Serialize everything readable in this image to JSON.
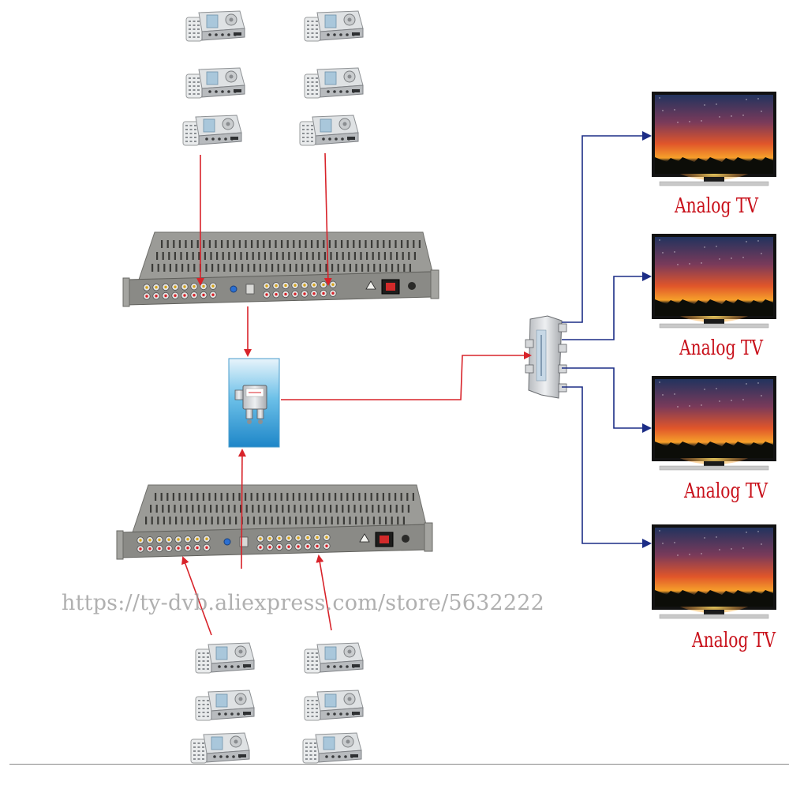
{
  "watermark": "https://ty-dvb.aliexpress.com/store/5632222",
  "tv_labels": [
    "Analog TV",
    "Analog TV",
    "Analog TV",
    "Analog TV"
  ],
  "colors": {
    "signal_red": "#d8232a",
    "output_blue": "#1c2d86",
    "label_red": "#c8101a",
    "chassis_gray": "#8a8a86",
    "panel_gray": "#9b9b97"
  },
  "icons": {
    "source_device": "set-top-box-with-remote-icon",
    "modulator": "rack-modulator-icon",
    "combiner": "two-way-combiner-icon",
    "splitter": "multi-way-splitter-icon",
    "tv": "analog-tv-icon"
  }
}
